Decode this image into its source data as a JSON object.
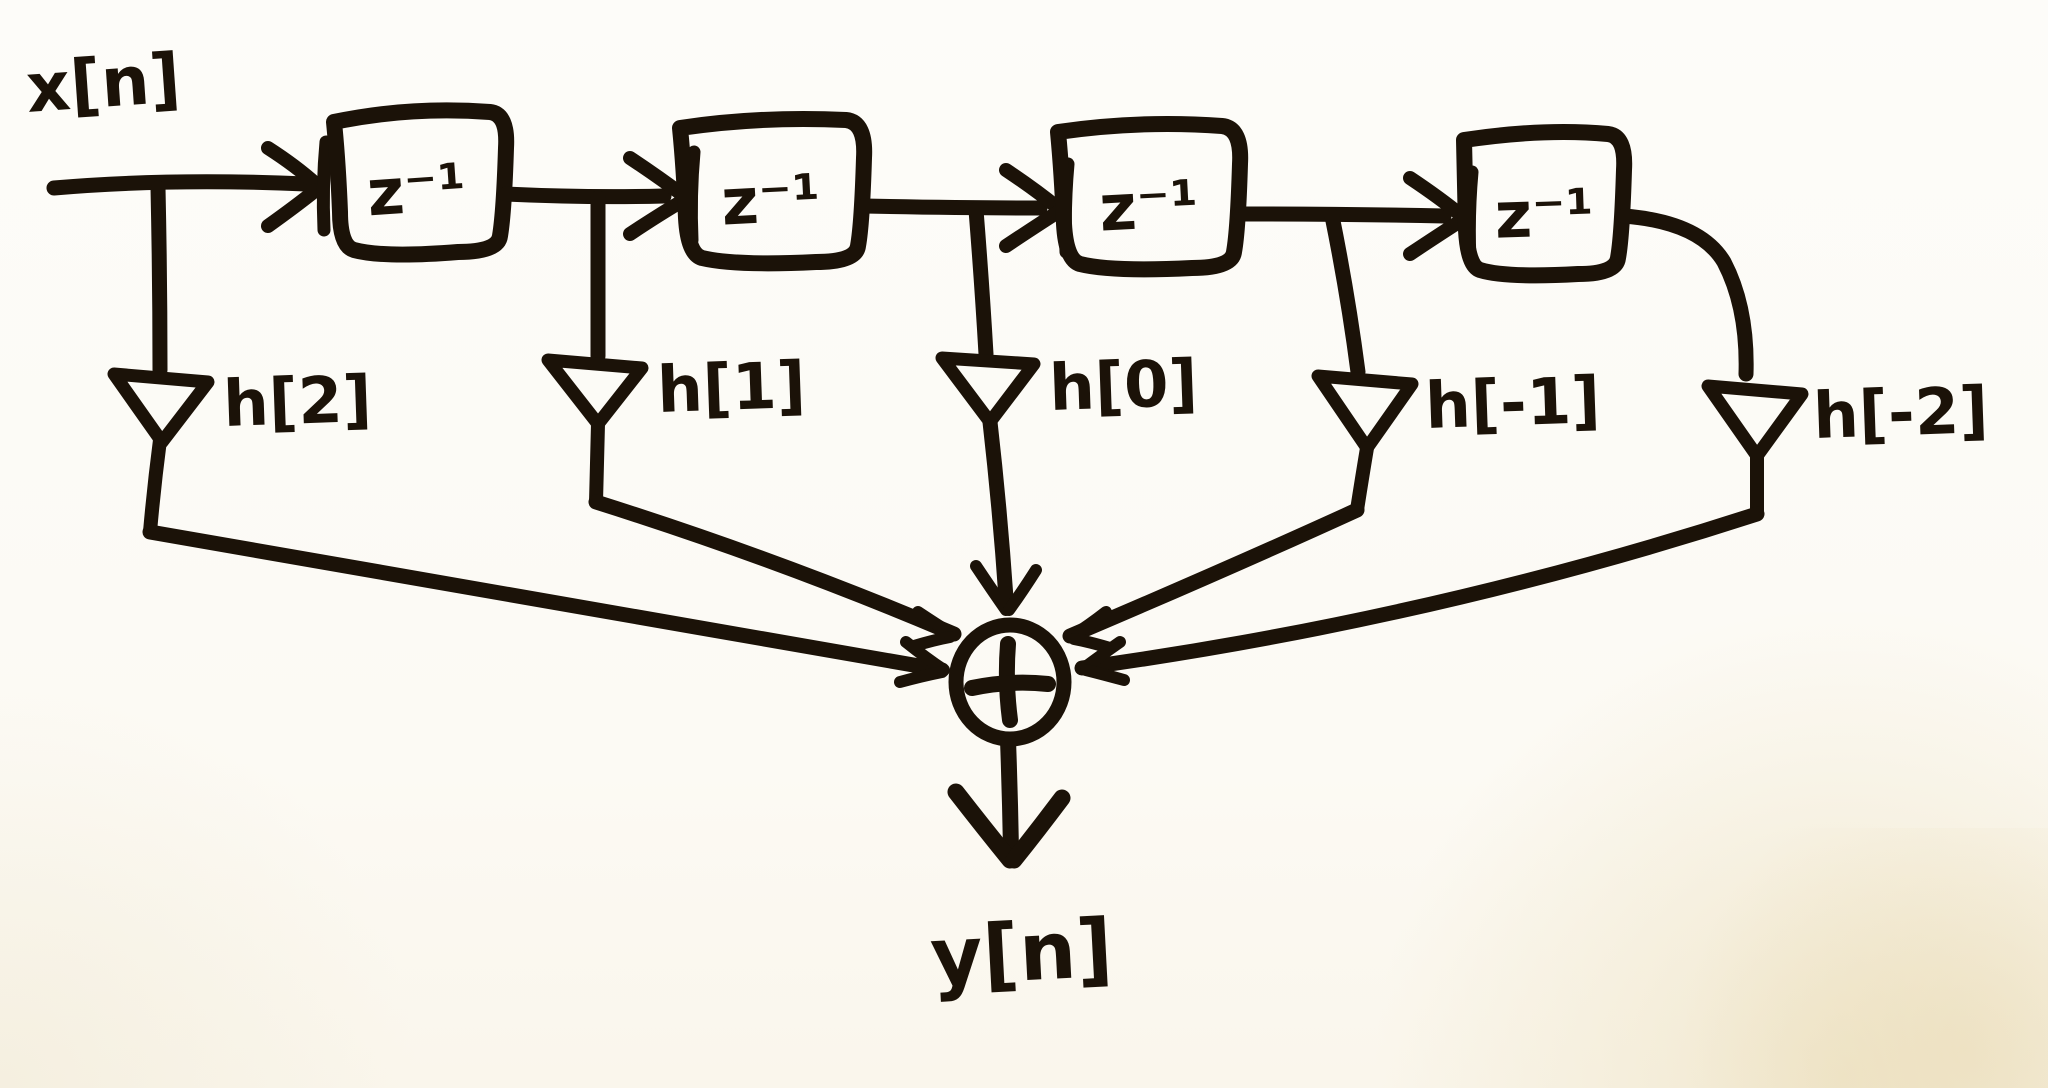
{
  "diagram": {
    "input_label": "x[n]",
    "output_label": "y[n]",
    "delay_blocks": [
      {
        "label": "z⁻¹"
      },
      {
        "label": "z⁻¹"
      },
      {
        "label": "z⁻¹"
      },
      {
        "label": "z⁻¹"
      }
    ],
    "taps": [
      {
        "label": "h[2]"
      },
      {
        "label": "h[1]"
      },
      {
        "label": "h[0]"
      },
      {
        "label": "h[-1]"
      },
      {
        "label": "h[-2]"
      }
    ],
    "sum_symbol": "+",
    "colors": {
      "ink": "#1b1208",
      "paper": "#fcfaf4"
    }
  }
}
